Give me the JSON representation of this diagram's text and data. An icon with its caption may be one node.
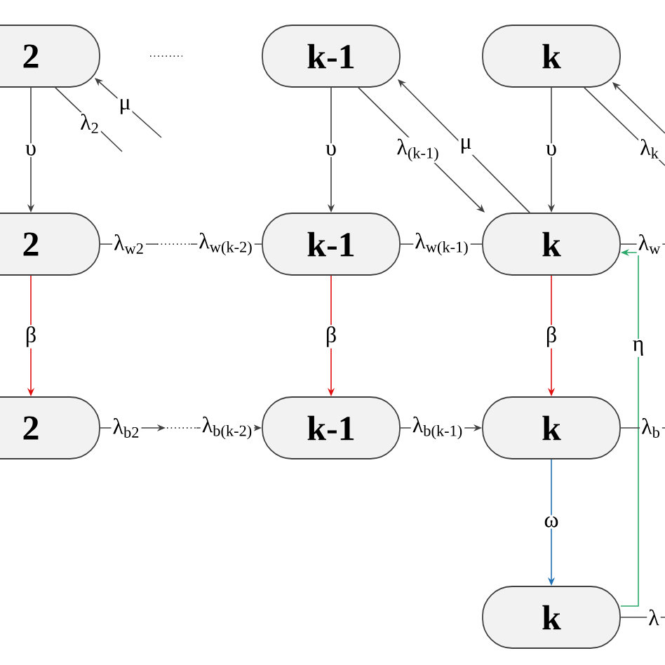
{
  "diagram": {
    "nodes": [
      {
        "text": [
          "2"
        ]
      },
      {
        "text": [
          "k-1"
        ]
      },
      {
        "text": [
          "k"
        ]
      },
      {
        "text": [
          "2"
        ]
      },
      {
        "text": [
          "k-1"
        ]
      },
      {
        "text": [
          "k"
        ]
      },
      {
        "text": [
          "2"
        ]
      },
      {
        "text": [
          "k-1"
        ]
      },
      {
        "text": [
          "k"
        ]
      },
      {
        "text": [
          "k"
        ]
      }
    ],
    "edges": [
      {
        "from": 0,
        "to": 3,
        "arrow": "to",
        "label": "υ"
      },
      {
        "from": 1,
        "to": 4,
        "arrow": "to",
        "label": "υ"
      },
      {
        "from": 2,
        "to": 5,
        "arrow": "to",
        "label": "υ"
      },
      {
        "from": 3,
        "to": 6,
        "arrow": "to",
        "label": "β",
        "color": "#e01010"
      },
      {
        "from": 4,
        "to": 7,
        "arrow": "to",
        "label": "β",
        "color": "#e01010"
      },
      {
        "from": 5,
        "to": 8,
        "arrow": "to",
        "label": "β",
        "color": "#e01010"
      },
      {
        "from": 8,
        "to": 9,
        "arrow": "to",
        "label": "ω",
        "color": "#1f6fb5"
      },
      {
        "from": 9,
        "to": 5,
        "arrow": "to",
        "label": "η",
        "color": "#2aa86a"
      },
      {
        "from": 1,
        "to": 5,
        "arrow": "to",
        "label": "λ$_{(k-1)}$"
      },
      {
        "from": 5,
        "to": 1,
        "arrow": "to",
        "label": "μ"
      },
      {
        "from": 0,
        "to": null,
        "arrow": "none",
        "label": "λ$_{2}$"
      },
      {
        "from": null,
        "to": 0,
        "arrow": "to",
        "label": "μ"
      },
      {
        "from": 2,
        "to": null,
        "arrow": "none",
        "label": "λ$_{k}$"
      },
      {
        "from": null,
        "to": 2,
        "arrow": "to"
      },
      {
        "from": 3,
        "to": null,
        "arrow": "none",
        "label": "λ$_{w2}$"
      },
      {
        "from": null,
        "to": 4,
        "arrow": "none",
        "label": "λ$_{w(k-2)}$"
      },
      {
        "from": 4,
        "to": 5,
        "arrow": "none",
        "label": "λ$_{w(k-1)}$"
      },
      {
        "from": 5,
        "to": null,
        "arrow": "none",
        "label": "λ$_{w}$"
      },
      {
        "from": 6,
        "to": null,
        "arrow": "to",
        "label": "λ$_{b2}$"
      },
      {
        "from": null,
        "to": 7,
        "arrow": "to",
        "label": "λ$_{b(k-2)}$"
      },
      {
        "from": 7,
        "to": 8,
        "arrow": "to",
        "label": "λ$_{b(k-1)}$"
      },
      {
        "from": 8,
        "to": null,
        "arrow": "none",
        "label": "λ$_{b}$"
      },
      {
        "from": 9,
        "to": null,
        "arrow": "none",
        "label": "λ"
      }
    ]
  }
}
